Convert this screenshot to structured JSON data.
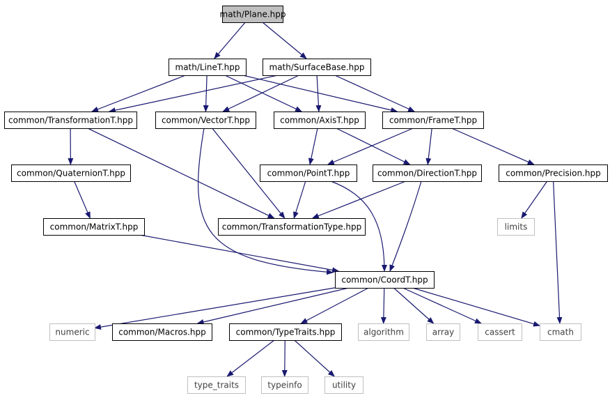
{
  "graph": {
    "edge_color": "#191970",
    "root_fill": "#bfbfbf",
    "external_stroke": "#bfbfbf",
    "nodes": [
      {
        "id": "plane",
        "label": "math/Plane.hpp",
        "kind": "root"
      },
      {
        "id": "line",
        "label": "math/LineT.hpp",
        "kind": "file"
      },
      {
        "id": "surface",
        "label": "math/SurfaceBase.hpp",
        "kind": "file"
      },
      {
        "id": "transformation",
        "label": "common/TransformationT.hpp",
        "kind": "file"
      },
      {
        "id": "vector",
        "label": "common/VectorT.hpp",
        "kind": "file"
      },
      {
        "id": "axis",
        "label": "common/AxisT.hpp",
        "kind": "file"
      },
      {
        "id": "frame",
        "label": "common/FrameT.hpp",
        "kind": "file"
      },
      {
        "id": "quaternion",
        "label": "common/QuaternionT.hpp",
        "kind": "file"
      },
      {
        "id": "point",
        "label": "common/PointT.hpp",
        "kind": "file"
      },
      {
        "id": "direction",
        "label": "common/DirectionT.hpp",
        "kind": "file"
      },
      {
        "id": "precision",
        "label": "common/Precision.hpp",
        "kind": "file"
      },
      {
        "id": "matrix",
        "label": "common/MatrixT.hpp",
        "kind": "file"
      },
      {
        "id": "transtype",
        "label": "common/TransformationType.hpp",
        "kind": "file"
      },
      {
        "id": "limits",
        "label": "limits",
        "kind": "external"
      },
      {
        "id": "coord",
        "label": "common/CoordT.hpp",
        "kind": "file"
      },
      {
        "id": "numeric",
        "label": "numeric",
        "kind": "external"
      },
      {
        "id": "macros",
        "label": "common/Macros.hpp",
        "kind": "file"
      },
      {
        "id": "typetraits",
        "label": "common/TypeTraits.hpp",
        "kind": "file"
      },
      {
        "id": "algorithm",
        "label": "algorithm",
        "kind": "external"
      },
      {
        "id": "array",
        "label": "array",
        "kind": "external"
      },
      {
        "id": "cassert",
        "label": "cassert",
        "kind": "external"
      },
      {
        "id": "cmath",
        "label": "cmath",
        "kind": "external"
      },
      {
        "id": "type_traits",
        "label": "type_traits",
        "kind": "external"
      },
      {
        "id": "typeinfo",
        "label": "typeinfo",
        "kind": "external"
      },
      {
        "id": "utility",
        "label": "utility",
        "kind": "external"
      }
    ],
    "edges": [
      [
        "plane",
        "line"
      ],
      [
        "plane",
        "surface"
      ],
      [
        "line",
        "transformation"
      ],
      [
        "line",
        "vector"
      ],
      [
        "line",
        "axis"
      ],
      [
        "line",
        "frame"
      ],
      [
        "surface",
        "transformation"
      ],
      [
        "surface",
        "vector"
      ],
      [
        "surface",
        "axis"
      ],
      [
        "surface",
        "frame"
      ],
      [
        "transformation",
        "quaternion"
      ],
      [
        "transformation",
        "transtype"
      ],
      [
        "vector",
        "transtype"
      ],
      [
        "vector",
        "coord"
      ],
      [
        "axis",
        "point"
      ],
      [
        "axis",
        "direction"
      ],
      [
        "frame",
        "point"
      ],
      [
        "frame",
        "direction"
      ],
      [
        "frame",
        "precision"
      ],
      [
        "quaternion",
        "matrix"
      ],
      [
        "matrix",
        "coord"
      ],
      [
        "point",
        "transtype"
      ],
      [
        "point",
        "coord"
      ],
      [
        "direction",
        "transtype"
      ],
      [
        "direction",
        "coord"
      ],
      [
        "precision",
        "limits"
      ],
      [
        "precision",
        "cmath"
      ],
      [
        "coord",
        "numeric"
      ],
      [
        "coord",
        "macros"
      ],
      [
        "coord",
        "typetraits"
      ],
      [
        "coord",
        "algorithm"
      ],
      [
        "coord",
        "array"
      ],
      [
        "coord",
        "cassert"
      ],
      [
        "coord",
        "cmath"
      ],
      [
        "typetraits",
        "type_traits"
      ],
      [
        "typetraits",
        "typeinfo"
      ],
      [
        "typetraits",
        "utility"
      ]
    ]
  }
}
